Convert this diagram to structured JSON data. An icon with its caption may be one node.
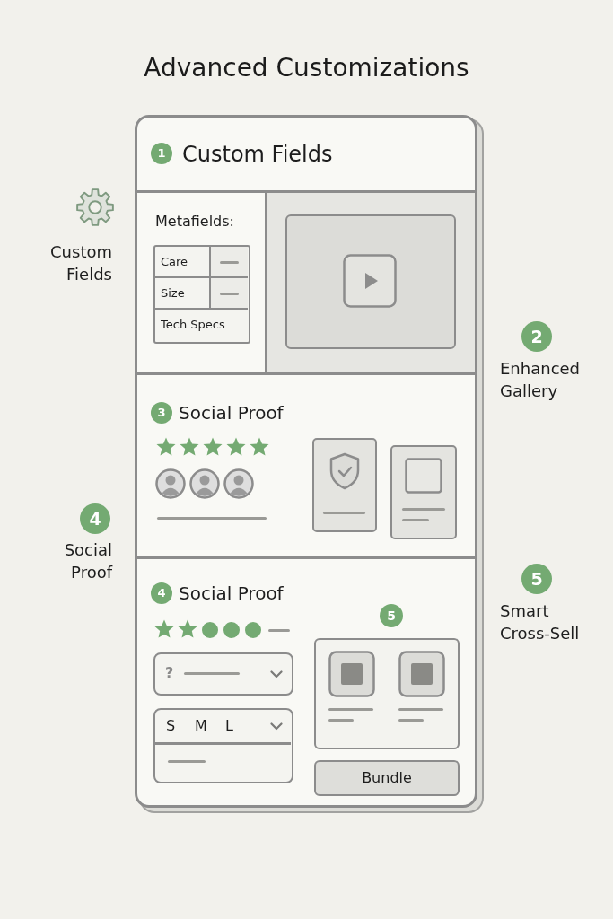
{
  "diagram": {
    "title": "Advanced Customizations",
    "nodes": [
      {
        "text": [],
        "shape": "box"
      },
      {
        "text": [
          "Custom Fields"
        ],
        "in": 0
      },
      {
        "text": [
          "1"
        ],
        "in": 1
      },
      {
        "text": [
          "Metafields:"
        ],
        "in": 0
      },
      {
        "text": [
          "Care",
          "Size",
          "Tech Specs"
        ],
        "in": 3
      },
      {
        "text": [],
        "shape": "box",
        "in": 0
      },
      {
        "text": [
          "2"
        ],
        "beside": [
          "Enhanced Gallery"
        ]
      },
      {
        "text": [
          "Social Proof"
        ],
        "in": 0
      },
      {
        "text": [
          "3"
        ],
        "in": 7
      },
      {
        "text": [
          "4"
        ],
        "beside": [
          "Social Proof"
        ]
      },
      {
        "text": [
          "Social Proof"
        ],
        "in": 0
      },
      {
        "text": [
          "4"
        ],
        "in": 10
      },
      {
        "text": [
          "?"
        ],
        "in": 10
      },
      {
        "text": [
          "S",
          "M",
          "L"
        ],
        "in": 10
      },
      {
        "text": [
          "5"
        ],
        "in": 10
      },
      {
        "text": [],
        "shape": "box",
        "in": 10
      },
      {
        "text": [
          "Bundle"
        ],
        "in": 10
      },
      {
        "text": [
          "5"
        ],
        "beside": [
          "Smart Cross-Sell"
        ]
      }
    ],
    "labels": [
      "Custom Fields"
    ]
  }
}
